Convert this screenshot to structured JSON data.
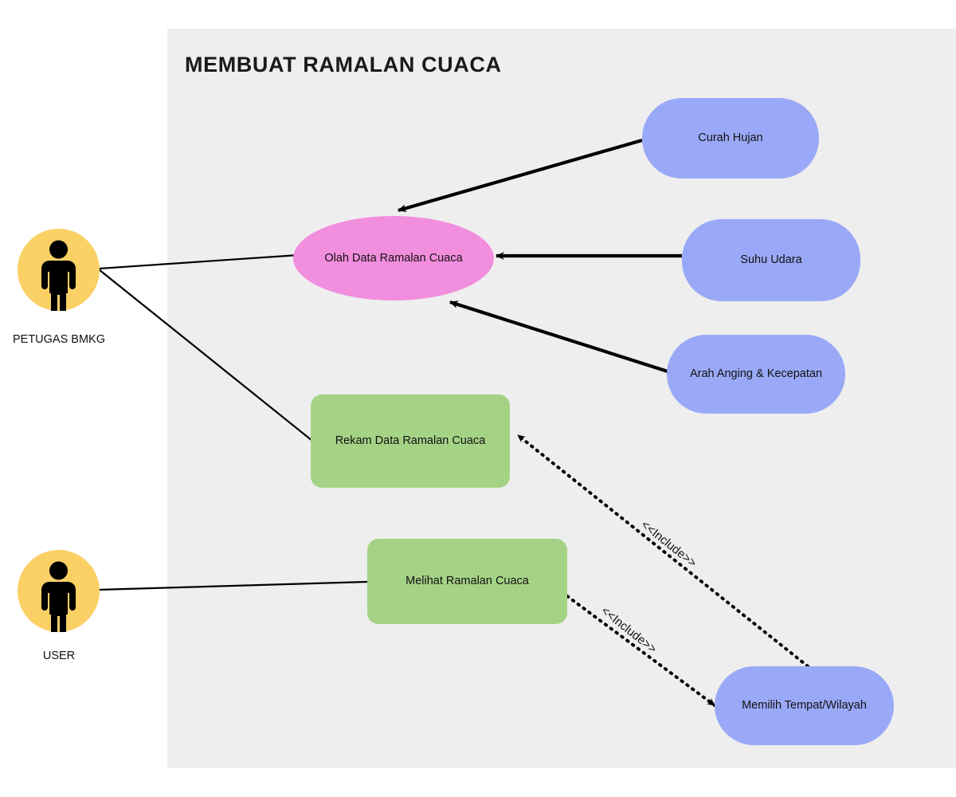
{
  "diagram": {
    "title": "MEMBUAT RAMALAN CUACA",
    "type": "uml-use-case-diagram",
    "colors": {
      "panel_background": "#eeeeee",
      "page_background": "#ffffff",
      "actor_circle": "#fbd065",
      "actor_figure": "#000000",
      "ellipse_node": "#f28ede",
      "stadium_node": "#9aa9f7",
      "rounded_node": "#a5d386",
      "line": "#000000",
      "text": "#111111"
    }
  },
  "actors": [
    {
      "id": "petugas",
      "label": "PETUGAS BMKG",
      "icon": "person-icon"
    },
    {
      "id": "user",
      "label": "USER",
      "icon": "person-icon"
    }
  ],
  "use_cases": [
    {
      "id": "olah-data",
      "label": "Olah Data Ramalan Cuaca",
      "shape": "ellipse",
      "color": "#f28ede"
    },
    {
      "id": "curah-hujan",
      "label": "Curah Hujan",
      "shape": "stadium",
      "color": "#9aa9f7"
    },
    {
      "id": "suhu-udara",
      "label": "Suhu Udara",
      "shape": "stadium",
      "color": "#9aa9f7"
    },
    {
      "id": "arah-angin",
      "label": "Arah Anging & Kecepatan",
      "shape": "stadium",
      "color": "#9aa9f7"
    },
    {
      "id": "rekam-data",
      "label": "Rekam Data Ramalan Cuaca",
      "shape": "rounded",
      "color": "#a5d386"
    },
    {
      "id": "melihat-ramalan",
      "label": "Melihat Ramalan Cuaca",
      "shape": "rounded",
      "color": "#a5d386"
    },
    {
      "id": "memilih-tempat",
      "label": "Memilih Tempat/Wilayah",
      "shape": "stadium",
      "color": "#9aa9f7"
    }
  ],
  "connections": [
    {
      "from": "petugas",
      "to": "olah-data",
      "style": "solid",
      "arrow": "none",
      "label": ""
    },
    {
      "from": "petugas",
      "to": "rekam-data",
      "style": "solid",
      "arrow": "none",
      "label": ""
    },
    {
      "from": "user",
      "to": "melihat-ramalan",
      "style": "solid",
      "arrow": "none",
      "label": ""
    },
    {
      "from": "curah-hujan",
      "to": "olah-data",
      "style": "solid",
      "arrow": "open",
      "label": ""
    },
    {
      "from": "suhu-udara",
      "to": "olah-data",
      "style": "solid",
      "arrow": "open",
      "label": ""
    },
    {
      "from": "arah-angin",
      "to": "olah-data",
      "style": "solid",
      "arrow": "open",
      "label": ""
    },
    {
      "from": "memilih-tempat",
      "to": "rekam-data",
      "style": "dotted",
      "arrow": "open",
      "label": "<<Include>>"
    },
    {
      "from": "melihat-ramalan",
      "to": "memilih-tempat",
      "style": "dotted",
      "arrow": "open",
      "label": "<<Include>>"
    }
  ],
  "include_labels": [
    {
      "text": "<<Include>>"
    },
    {
      "text": "<<Include>>"
    }
  ]
}
